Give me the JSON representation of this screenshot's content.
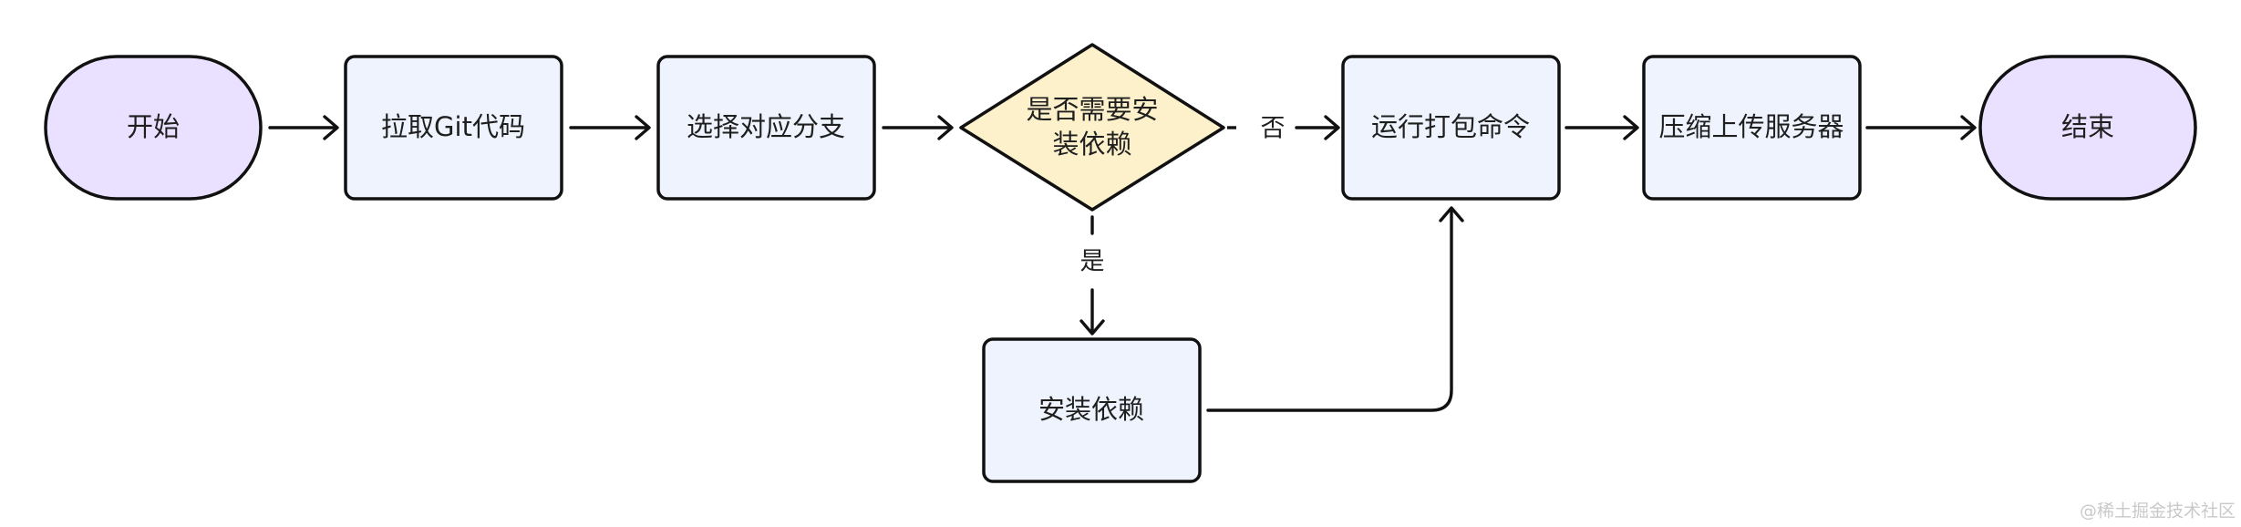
{
  "flowchart": {
    "colors": {
      "terminal_fill": "#e9e1ff",
      "process_fill": "#eef3fd",
      "decision_fill": "#fdf1cb",
      "stroke": "#111111",
      "text": "#1f1f1f"
    },
    "nodes": {
      "start": "开始",
      "pull_code": "拉取Git代码",
      "select_branch": "选择对应分支",
      "need_install_line1": "是否需要安",
      "need_install_line2": "装依赖",
      "install_deps": "安装依赖",
      "run_build": "运行打包命令",
      "upload": "压缩上传服务器",
      "end": "结束"
    },
    "edges": {
      "no_label": "否",
      "yes_label": "是"
    }
  },
  "watermark": {
    "text": "@稀土掘金技术社区"
  }
}
